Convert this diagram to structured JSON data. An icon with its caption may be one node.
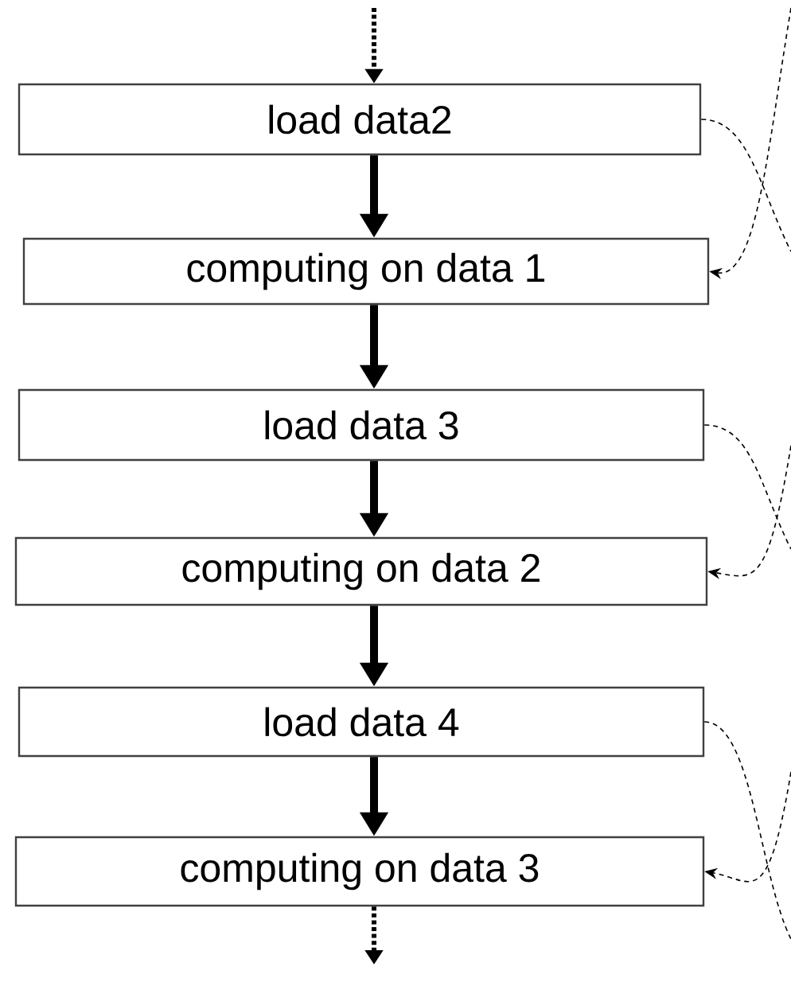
{
  "diagram": {
    "nodes": [
      {
        "text": [
          "load data2"
        ]
      },
      {
        "text": [
          "computing on data 1"
        ]
      },
      {
        "text": [
          "load data 3"
        ]
      },
      {
        "text": [
          "computing on data 2"
        ]
      },
      {
        "text": [
          "load data 4"
        ]
      },
      {
        "text": [
          "computing on data 3"
        ]
      }
    ],
    "edges": [
      {
        "from": null,
        "to": 0,
        "arrow": "to",
        "style": "dashed"
      },
      {
        "from": 0,
        "to": 1,
        "arrow": "to"
      },
      {
        "from": 1,
        "to": 2,
        "arrow": "to"
      },
      {
        "from": 2,
        "to": 3,
        "arrow": "to"
      },
      {
        "from": 3,
        "to": 4,
        "arrow": "to"
      },
      {
        "from": 4,
        "to": 5,
        "arrow": "to"
      },
      {
        "from": 5,
        "to": null,
        "arrow": "to",
        "style": "dashed"
      },
      {
        "from": 0,
        "to": null,
        "arrow": "none",
        "style": "dashed"
      },
      {
        "from": null,
        "to": 1,
        "arrow": "to",
        "style": "dashed"
      },
      {
        "from": 2,
        "to": null,
        "arrow": "none",
        "style": "dashed"
      },
      {
        "from": null,
        "to": 3,
        "arrow": "to",
        "style": "dashed"
      },
      {
        "from": 4,
        "to": null,
        "arrow": "none",
        "style": "dashed"
      },
      {
        "from": null,
        "to": 5,
        "arrow": "to",
        "style": "dashed"
      }
    ]
  }
}
